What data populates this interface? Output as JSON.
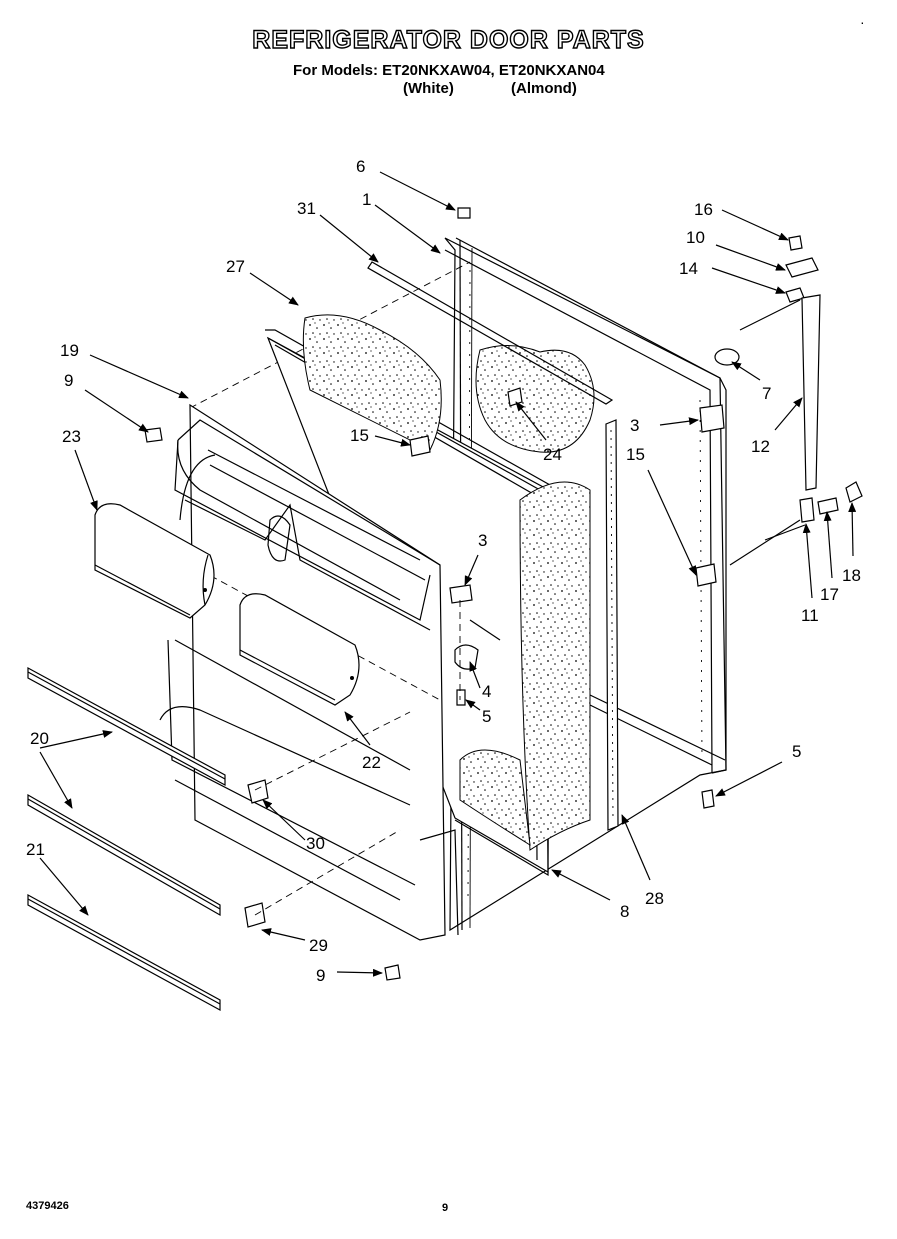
{
  "header": {
    "title": "REFRIGERATOR DOOR PARTS",
    "models_line": "For Models: ET20NKXAW04, ET20NKXAN04",
    "color_white": "(White)",
    "color_almond": "(Almond)"
  },
  "footer": {
    "doc_number": "4379426",
    "page_number": "9"
  },
  "part_labels": [
    {
      "id": "p6",
      "text": "6"
    },
    {
      "id": "p1",
      "text": "1"
    },
    {
      "id": "p31",
      "text": "31"
    },
    {
      "id": "p27",
      "text": "27"
    },
    {
      "id": "p19",
      "text": "19"
    },
    {
      "id": "p9a",
      "text": "9"
    },
    {
      "id": "p23",
      "text": "23"
    },
    {
      "id": "p15a",
      "text": "15"
    },
    {
      "id": "p24",
      "text": "24"
    },
    {
      "id": "p3a",
      "text": "3"
    },
    {
      "id": "p4",
      "text": "4"
    },
    {
      "id": "p5a",
      "text": "5"
    },
    {
      "id": "p22",
      "text": "22"
    },
    {
      "id": "p20",
      "text": "20"
    },
    {
      "id": "p30",
      "text": "30"
    },
    {
      "id": "p21",
      "text": "21"
    },
    {
      "id": "p29",
      "text": "29"
    },
    {
      "id": "p9b",
      "text": "9"
    },
    {
      "id": "p8",
      "text": "8"
    },
    {
      "id": "p28",
      "text": "28"
    },
    {
      "id": "p16",
      "text": "16"
    },
    {
      "id": "p10",
      "text": "10"
    },
    {
      "id": "p14",
      "text": "14"
    },
    {
      "id": "p7",
      "text": "7"
    },
    {
      "id": "p3b",
      "text": "3"
    },
    {
      "id": "p12",
      "text": "12"
    },
    {
      "id": "p15b",
      "text": "15"
    },
    {
      "id": "p11",
      "text": "11"
    },
    {
      "id": "p17",
      "text": "17"
    },
    {
      "id": "p18",
      "text": "18"
    },
    {
      "id": "p5b",
      "text": "5"
    }
  ]
}
